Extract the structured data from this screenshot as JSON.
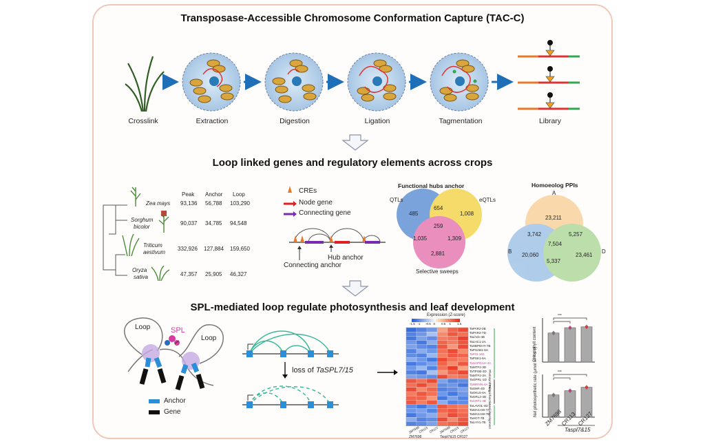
{
  "headings": {
    "main": "Transposase-Accessible Chromosome Conformation Capture (TAC-C)",
    "section2": "Loop linked genes and regulatory elements across crops",
    "section3": "SPL-mediated loop regulate photosynthesis and leaf development"
  },
  "workflow": {
    "steps": [
      "Crosslink",
      "Extraction",
      "Digestion",
      "Ligation",
      "Tagmentation",
      "Library"
    ]
  },
  "crops": {
    "columns": [
      "Peak",
      "Anchor",
      "Loop"
    ],
    "rows": [
      {
        "genus": "Zea mays",
        "species": "",
        "peak": "93,136",
        "anchor": "56,788",
        "loop": "103,290"
      },
      {
        "genus": "Sorghum",
        "species": "bicolor",
        "peak": "90,037",
        "anchor": "34,785",
        "loop": "94,548"
      },
      {
        "genus": "Triticum",
        "species": "aestivum",
        "peak": "332,926",
        "anchor": "127,884",
        "loop": "159,650"
      },
      {
        "genus": "Oryza",
        "species": "sativa",
        "peak": "47,357",
        "anchor": "25,905",
        "loop": "46,327"
      }
    ]
  },
  "legend": {
    "cres": "CREs",
    "node_gene": "Node gene",
    "connecting_gene": "Connecting gene",
    "hub_anchor": "Hub anchor",
    "connecting_anchor": "Connecting anchor",
    "colors": {
      "cre": "#e8782a",
      "node": "#e02020",
      "connecting": "#7a2ab0"
    }
  },
  "venn_hubs": {
    "title": "Functional hubs anchor",
    "sets": [
      "QTLs",
      "eQTLs",
      "Selective sweeps"
    ],
    "colors": [
      "#4f86d0",
      "#f2d23a",
      "#e26aa8"
    ],
    "regions": {
      "qtl_only": "485",
      "qtl_eqtl": "654",
      "eqtl_only": "1,008",
      "center": "259",
      "qtl_sweep": "1,035",
      "eqtl_sweep": "1,309",
      "sweep_only": "2,881"
    }
  },
  "venn_ppi": {
    "title": "Homoeolog PPIs",
    "sets": [
      "A",
      "B",
      "D"
    ],
    "colors": [
      "#f7c98a",
      "#8fb8e4",
      "#9fd28a"
    ],
    "regions": {
      "a_only": "23,211",
      "ab": "3,742",
      "ad": "5,257",
      "center": "7,504",
      "b_only": "20,060",
      "d_only": "23,461",
      "bd": "5,337"
    }
  },
  "spl": {
    "loop1": "Loop",
    "loop2": "Loop",
    "spl_label": "SPL",
    "anchor_label": "Anchor",
    "gene_label": "Gene",
    "loss_prefix": "loss of ",
    "loss_gene": "TaSPL7/15",
    "colors": {
      "anchor": "#2a8fd8",
      "gene": "#111111",
      "loop_arc": "#3ab89a",
      "spl": "#d63aa0"
    }
  },
  "heatmap": {
    "scale_title": "Expression (Z-score)",
    "scale_ticks": [
      "-1.5",
      "-1",
      "-0.5",
      "0",
      "0.5",
      "1",
      "1.5"
    ],
    "genes": [
      "TaPAR2-3B",
      "TaPAR2-7D",
      "TaLhcb-4B",
      "TaLHC1-2A",
      "TaSBPDHY-7B",
      "TaPSAB1-6A",
      "TaPSI-1B1",
      "TaPSK1-6A",
      "TaSAPGAH-4A",
      "TaMTF2-3D",
      "TaTPGB-3D",
      "TaMTF2-3A",
      "TaGPRL-1D",
      "TaWRNN-4A",
      "TaSHR-4D",
      "TaOKL5-4A",
      "TaGRL2-4D",
      "TaCRF1-4B",
      "TaLAVOL-4D",
      "TaMACAW-7A",
      "TaMACAW-7B",
      "TaHOT-7B",
      "TaLHY1-7B"
    ],
    "groups": [
      "Photosynthesis",
      "Fungal function",
      "Leaf development"
    ],
    "samples": [
      "ZM7698",
      "Taspl7&15 CR113",
      "CR127"
    ],
    "column_labels": [
      "ZM7698",
      "Taspl7&15 CR127"
    ],
    "values": [
      [
        -1.4,
        -1.2,
        -1.0,
        0.6,
        1.1,
        1.3
      ],
      [
        -1.2,
        -1.0,
        -0.6,
        0.8,
        1.2,
        1.0
      ],
      [
        -1.3,
        -0.9,
        -1.1,
        0.9,
        1.0,
        1.4
      ],
      [
        -1.0,
        -1.3,
        -0.8,
        1.1,
        0.9,
        1.2
      ],
      [
        -0.9,
        -1.1,
        -1.2,
        1.2,
        0.7,
        1.3
      ],
      [
        -1.2,
        -0.8,
        -1.0,
        1.0,
        1.3,
        0.8
      ],
      [
        -1.1,
        -1.2,
        -0.7,
        0.9,
        1.2,
        1.1
      ],
      [
        -0.8,
        -1.0,
        -1.3,
        1.3,
        1.0,
        0.9
      ],
      [
        -1.3,
        -1.1,
        -0.9,
        1.1,
        0.8,
        1.2
      ],
      [
        -1.0,
        -0.7,
        -1.2,
        1.0,
        1.4,
        0.6
      ],
      [
        -1.2,
        -1.3,
        -0.6,
        0.7,
        1.1,
        1.3
      ],
      [
        -0.9,
        -1.0,
        -1.1,
        1.3,
        0.9,
        1.0
      ],
      [
        1.2,
        1.0,
        1.3,
        -0.9,
        -1.2,
        -1.1
      ],
      [
        1.0,
        1.3,
        0.9,
        -1.1,
        -1.0,
        -1.3
      ],
      [
        1.3,
        0.8,
        1.1,
        -1.2,
        -1.1,
        -0.9
      ],
      [
        0.9,
        1.2,
        1.0,
        -1.0,
        -1.3,
        -1.0
      ],
      [
        1.1,
        1.1,
        0.7,
        -1.3,
        -0.9,
        -1.2
      ],
      [
        1.2,
        0.9,
        1.2,
        -0.8,
        -1.2,
        -1.1
      ],
      [
        -1.1,
        -1.3,
        -1.0,
        1.2,
        1.0,
        0.9
      ],
      [
        -1.0,
        -0.9,
        -1.2,
        1.1,
        1.2,
        1.0
      ],
      [
        -1.3,
        -1.0,
        -0.8,
        0.9,
        1.3,
        1.1
      ],
      [
        -0.8,
        -1.2,
        -1.1,
        1.3,
        0.8,
        1.2
      ],
      [
        -1.2,
        -1.1,
        -0.9,
        1.0,
        1.1,
        1.3
      ]
    ]
  },
  "bars": {
    "top_ylabel": "Chlorophyll content",
    "bottom_ylabel": "Net photosynthetic rate (μmol m⁻² s⁻¹)",
    "categories": [
      "ZM7698",
      "CR113",
      "CR127"
    ],
    "group_label": "Taspl7&15",
    "signif": [
      "***",
      "***"
    ],
    "colors": [
      "#777777",
      "#b0487a",
      "#d63a3a"
    ]
  },
  "chart_data": [
    {
      "type": "bar",
      "title": "",
      "xlabel": "",
      "ylabel": "Chlorophyll content",
      "categories": [
        "ZM7698",
        "CR113",
        "CR127"
      ],
      "values": [
        33,
        39,
        40
      ],
      "ylim": [
        0,
        50
      ]
    },
    {
      "type": "bar",
      "title": "",
      "xlabel": "",
      "ylabel": "Net photosynthetic rate (μmol m⁻² s⁻¹)",
      "categories": [
        "ZM7698",
        "CR113",
        "CR127"
      ],
      "values": [
        13,
        15.5,
        17.5
      ],
      "ylim": [
        0,
        25
      ]
    }
  ]
}
